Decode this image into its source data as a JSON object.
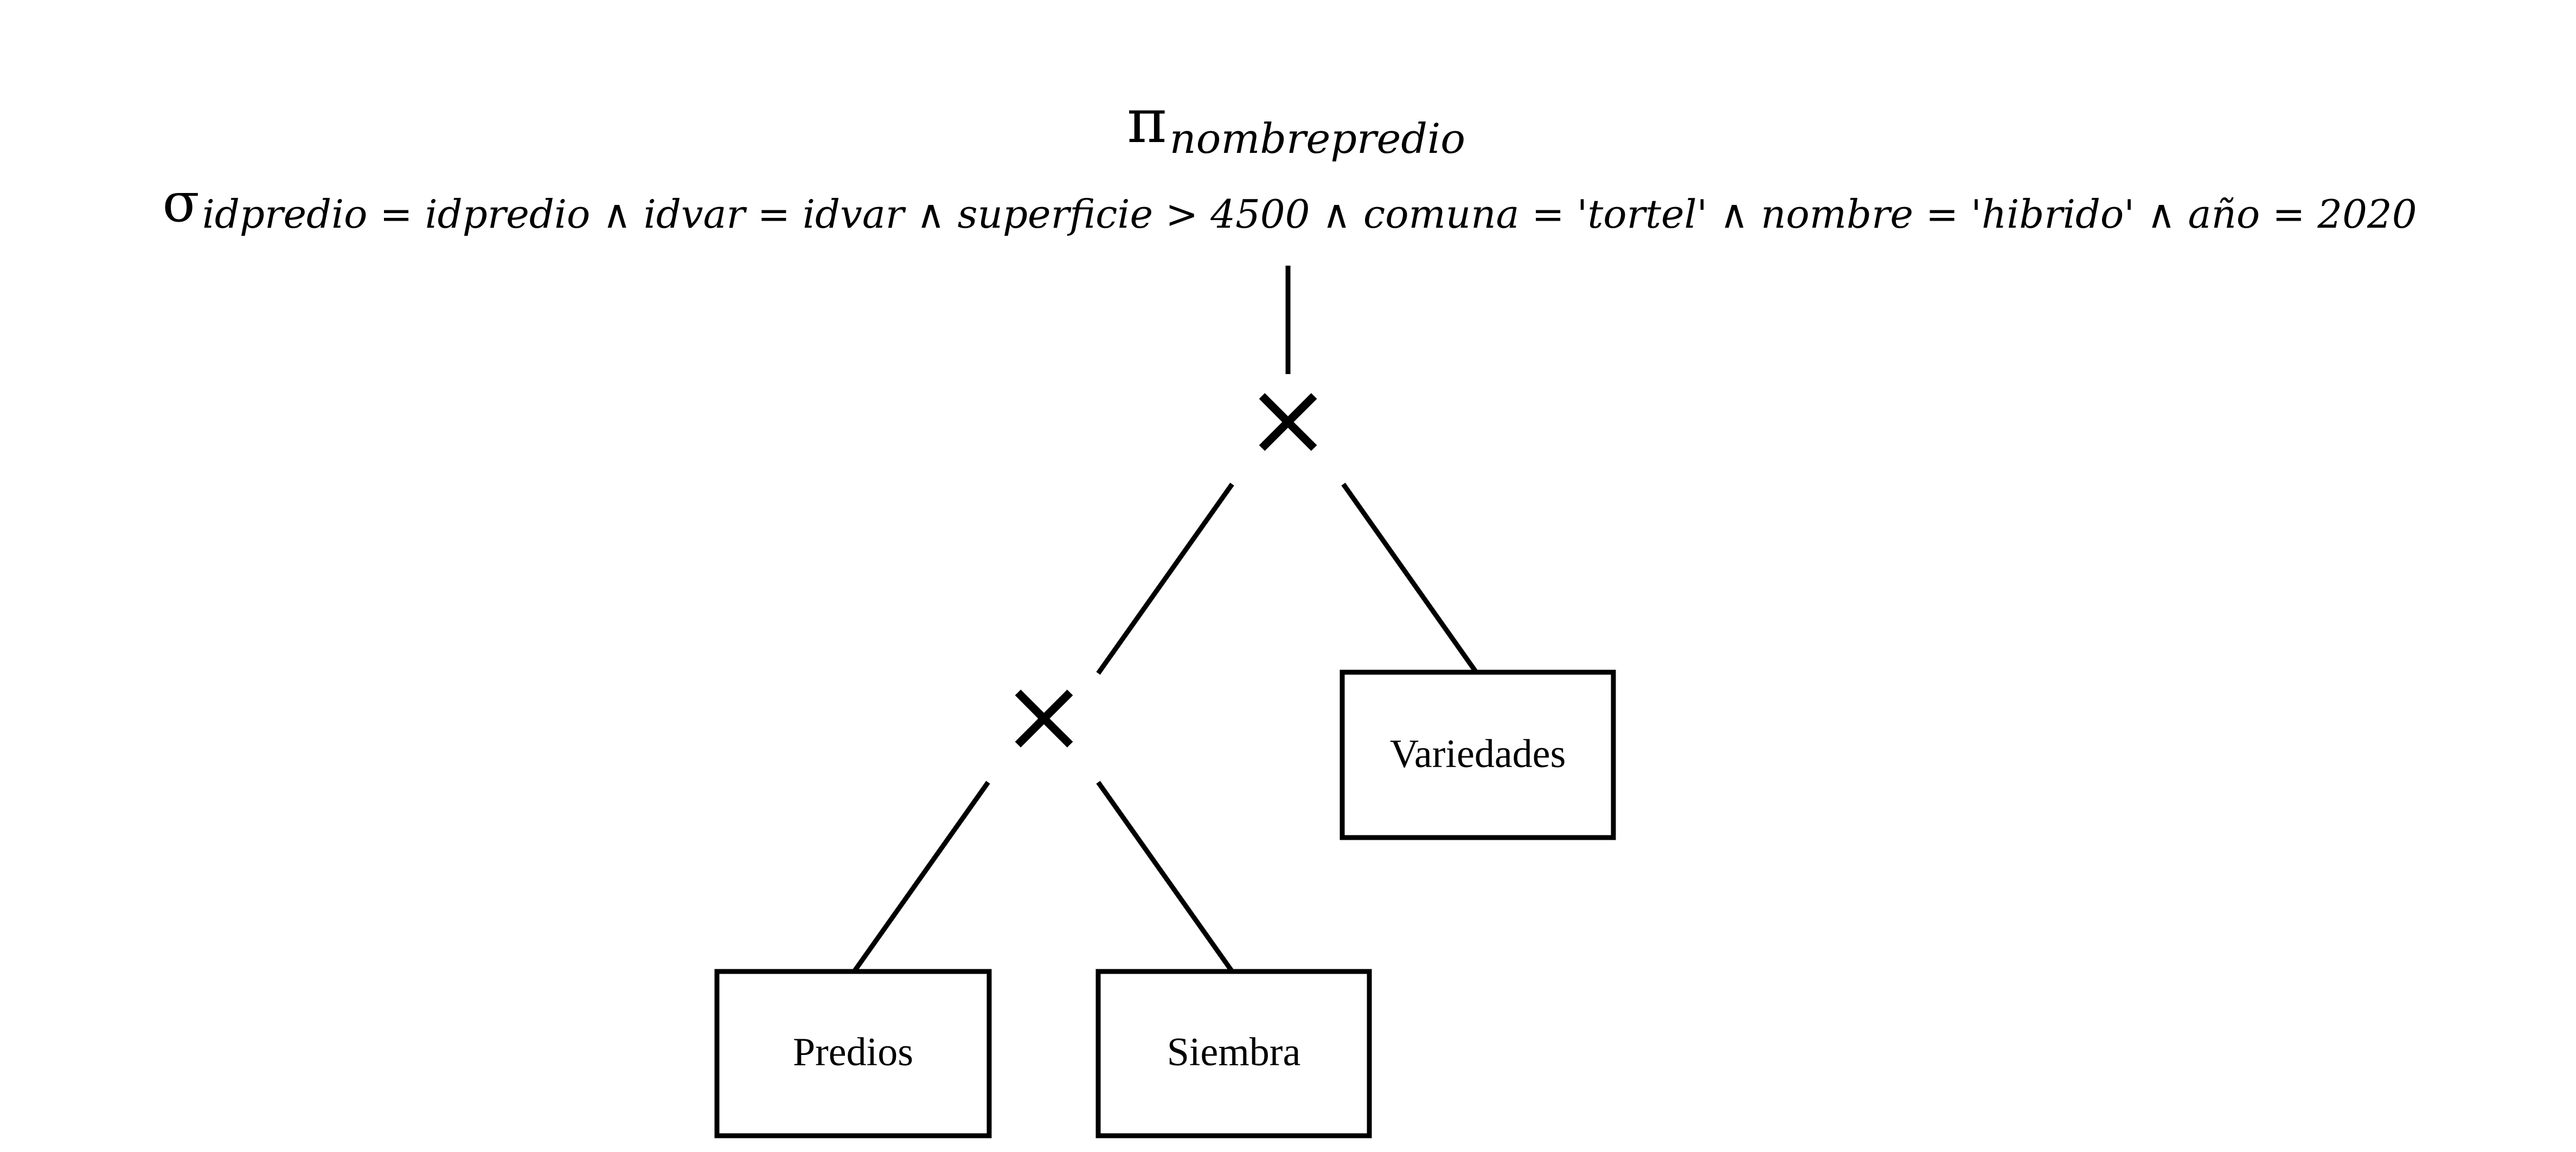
{
  "projection": {
    "symbol": "π",
    "subscript": "nombrepredio"
  },
  "selection": {
    "symbol": "σ",
    "subscript": "idpredio = idpredio ∧ idvar = idvar ∧ superficie > 4500 ∧ comuna = 'tortel' ∧ nombre = 'hibrido' ∧ año = 2020"
  },
  "joins": {
    "upper_symbol": "×",
    "lower_symbol": "×"
  },
  "relations": {
    "predios": "Predios",
    "siembra": "Siembra",
    "variedades": "Variedades"
  },
  "colors": {
    "stroke": "#000000",
    "background": "#ffffff"
  }
}
